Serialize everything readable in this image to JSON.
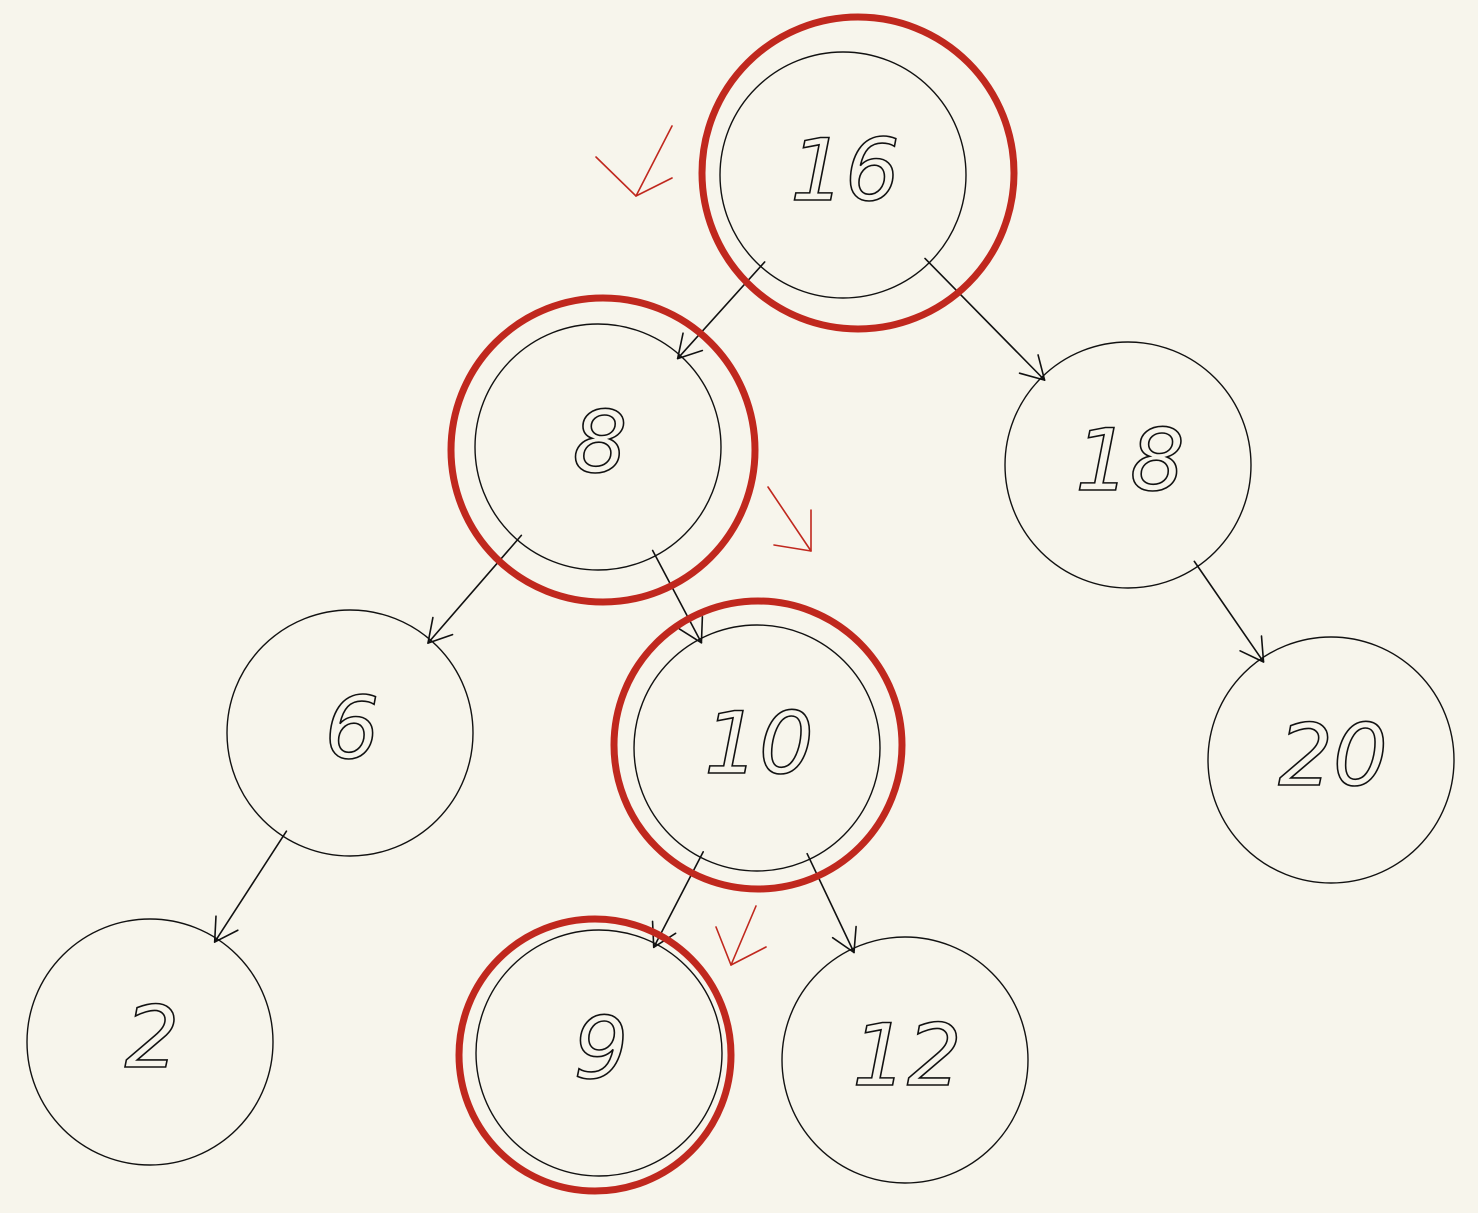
{
  "diagram": {
    "type": "binary-search-tree",
    "nodes": [
      {
        "id": "n16",
        "label": "16",
        "highlighted": true
      },
      {
        "id": "n8",
        "label": "8",
        "highlighted": true
      },
      {
        "id": "n18",
        "label": "18",
        "highlighted": false
      },
      {
        "id": "n6",
        "label": "6",
        "highlighted": false
      },
      {
        "id": "n10",
        "label": "10",
        "highlighted": true
      },
      {
        "id": "n20",
        "label": "20",
        "highlighted": false
      },
      {
        "id": "n2",
        "label": "2",
        "highlighted": false
      },
      {
        "id": "n9",
        "label": "9",
        "highlighted": true
      },
      {
        "id": "n12",
        "label": "12",
        "highlighted": false
      }
    ],
    "edges": [
      {
        "from": "n16",
        "to": "n8"
      },
      {
        "from": "n16",
        "to": "n18"
      },
      {
        "from": "n8",
        "to": "n6"
      },
      {
        "from": "n8",
        "to": "n10"
      },
      {
        "from": "n18",
        "to": "n20"
      },
      {
        "from": "n6",
        "to": "n2"
      },
      {
        "from": "n10",
        "to": "n9"
      },
      {
        "from": "n10",
        "to": "n12"
      }
    ],
    "search_path": [
      "n16",
      "n8",
      "n10",
      "n9"
    ],
    "search_direction_marks": [
      {
        "at": "n16",
        "direction": "left"
      },
      {
        "at": "n8",
        "direction": "right"
      },
      {
        "at": "n10",
        "direction": "left"
      }
    ],
    "colors": {
      "background": "#f7f5ec",
      "ink": "#111111",
      "highlight": "#c0281e"
    }
  }
}
